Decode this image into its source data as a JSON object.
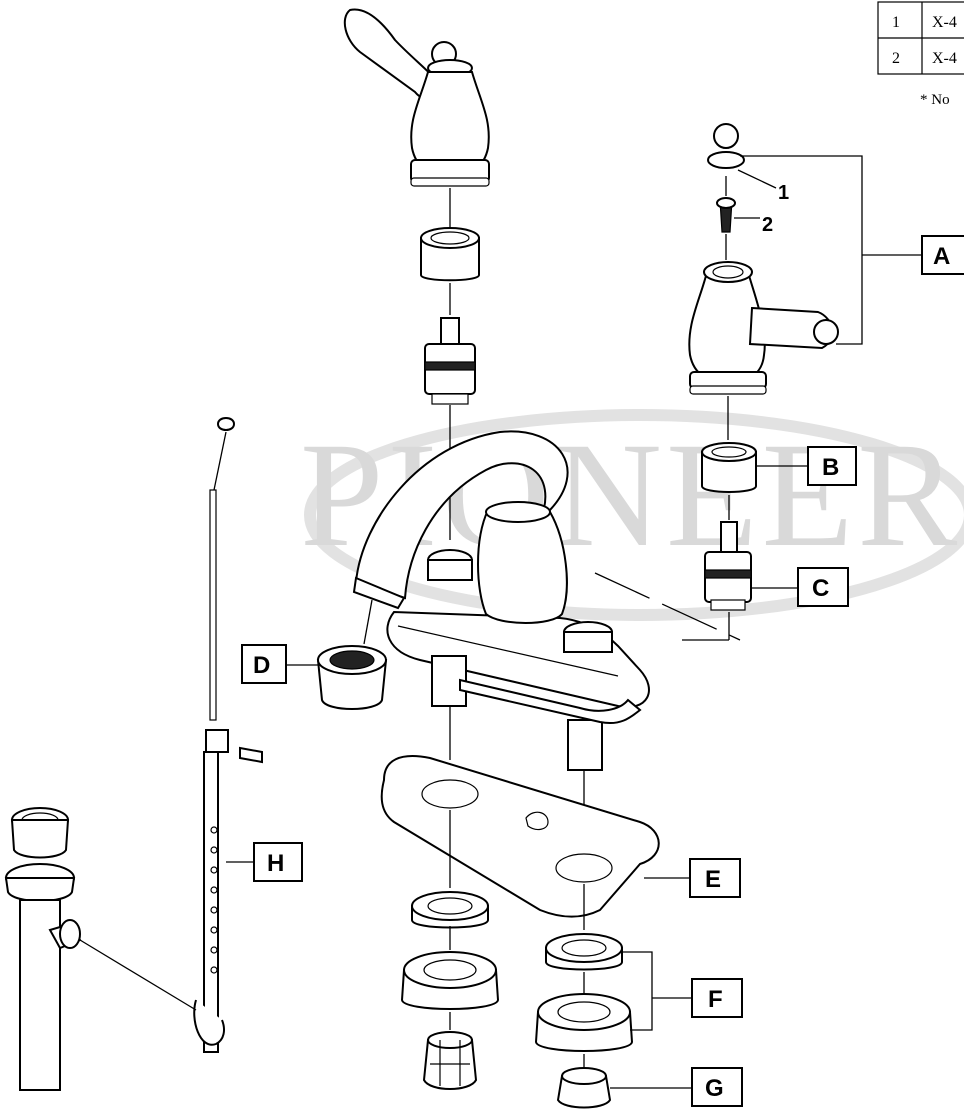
{
  "watermark": "PIONEER",
  "parts_table": {
    "rows": [
      {
        "num": "1",
        "code": "X-4"
      },
      {
        "num": "2",
        "code": "X-4"
      }
    ],
    "note": "* No"
  },
  "callouts": {
    "A": "A",
    "B": "B",
    "C": "C",
    "D": "D",
    "E": "E",
    "F": "F",
    "G": "G",
    "H": "H"
  },
  "item_numbers": {
    "one": "1",
    "two": "2"
  },
  "colors": {
    "line": "#000000",
    "watermark": "#d9d9d9",
    "background": "#ffffff"
  }
}
